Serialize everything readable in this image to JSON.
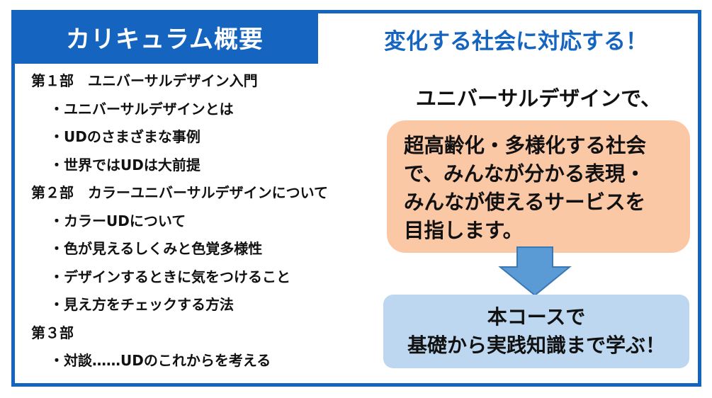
{
  "slide": {
    "title": "カリキュラム概要",
    "tagline": "変化する社会に対応する！",
    "outline": [
      {
        "text": "第１部　ユニバーサルデザイン入門",
        "level": 0
      },
      {
        "text": "・ユニバーサルデザインとは",
        "level": 1
      },
      {
        "text": "・UDのさまざまな事例",
        "level": 1
      },
      {
        "text": "・世界ではUDは大前提",
        "level": 1
      },
      {
        "text": "第２部　カラーユニバーサルデザインについて",
        "level": 0
      },
      {
        "text": "・カラーUDについて",
        "level": 1
      },
      {
        "text": "・色が見えるしくみと色覚多様性",
        "level": 1
      },
      {
        "text": "・デザインするときに気をつけること",
        "level": 1
      },
      {
        "text": "・見え方をチェックする方法",
        "level": 1
      },
      {
        "text": "第３部",
        "level": 0
      },
      {
        "text": "・対談……UDのこれからを考える",
        "level": 1
      }
    ],
    "right_heading": "ユニバーサルデザインで、",
    "peach_box": {
      "lines": [
        "超高齢化・多様化する社会",
        "で、みんなが分かる表現・",
        "みんなが使えるサービスを",
        "目指します。"
      ]
    },
    "blue_box": {
      "lines": [
        "本コースで",
        "基礎から実践知識まで学ぶ！"
      ]
    }
  },
  "colors": {
    "accent": "#1565c0",
    "peach": "#fbc8a6",
    "light_blue": "#bcd7ef",
    "arrow_fill": "#5b9bd5",
    "arrow_stroke": "#3a78b5"
  }
}
